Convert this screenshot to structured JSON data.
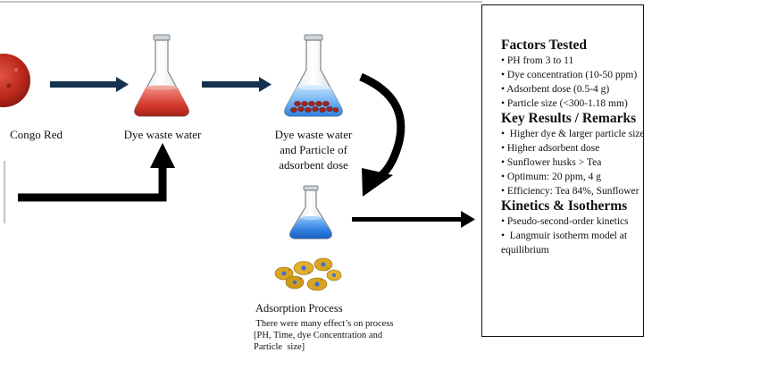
{
  "labels": {
    "dye": "Congo Red",
    "step1": "Dye waste water",
    "step2_line1": "Dye waste water",
    "step2_line2": "and  Particle of",
    "step2_line3": "adsorbent dose"
  },
  "process": {
    "title": "Adsorption Process",
    "desc_line1": " There were many effect’s on process",
    "desc_line2": "[PH, Time, dye Concentration and",
    "desc_line3": "Particle  size]"
  },
  "panel": {
    "factors_heading": "Factors Tested",
    "factors": [
      "• PH from 3 to 11",
      "• Dye concentration (10-50 ppm)",
      "• Adsorbent dose (0.5-4 g)",
      "• Particle size (<300-1.18 mm)"
    ],
    "results_heading": "Key Results / Remarks",
    "results": [
      "•  Higher dye & larger particle size",
      "• Higher adsorbent dose",
      "• Sunflower husks > Tea",
      "• Optimum: 20 ppm, 4 g",
      "• Efficiency: Tea 84%, Sunflower"
    ],
    "kinetics_heading": "Kinetics & Isotherms",
    "kinetics": [
      "• Pseudo-second-order kinetics",
      "•  Langmuir isotherm model at",
      "equilibrium"
    ]
  },
  "colors": {
    "dye_red": "#c0392b",
    "dye_dark": "#8e1b12",
    "water_blue": "#2f7fe0",
    "water_light": "#9cc8f5",
    "arrow_navy": "#14324f",
    "arrow_black": "#000000",
    "particle_gold": "#d9a520",
    "particle_blue": "#3b6fd1"
  }
}
